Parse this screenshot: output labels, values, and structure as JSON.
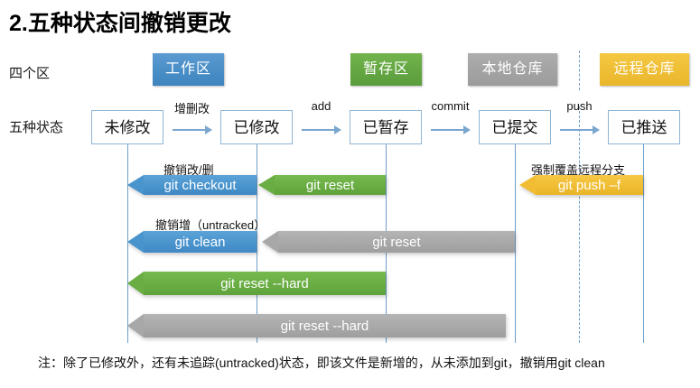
{
  "slide": {
    "title": "2.五种状态间撤销更改",
    "footnote": "注：除了已修改外，还有未追踪(untracked)状态，即该文件是新增的，从未添加到git，撤销用git clean"
  },
  "row_labels": {
    "zones": "四个区",
    "states": "五种状态"
  },
  "zones": [
    {
      "label": "工作区",
      "color": "#4a8fc7"
    },
    {
      "label": "暂存区",
      "color": "#65a843"
    },
    {
      "label": "本地仓库",
      "color": "#a4a4a4"
    },
    {
      "label": "远程仓库",
      "color": "#efbf36"
    }
  ],
  "states": [
    {
      "label": "未修改"
    },
    {
      "label": "已修改"
    },
    {
      "label": "已暂存"
    },
    {
      "label": "已提交"
    },
    {
      "label": "已推送"
    }
  ],
  "transitions": [
    {
      "label": "增删改"
    },
    {
      "label": "add"
    },
    {
      "label": "commit"
    },
    {
      "label": "push"
    }
  ],
  "undo_arrows": [
    {
      "command": "git checkout",
      "caption": "撤销改/删",
      "color": "#4a94cd"
    },
    {
      "command": "git reset",
      "caption": "",
      "color": "#69ad43"
    },
    {
      "command": "git push –f",
      "caption": "强制覆盖远程分支",
      "color": "#f0bd33"
    },
    {
      "command": "git clean",
      "caption": "撤销增（untracked）",
      "color": "#4a94cd"
    },
    {
      "command": "git reset",
      "caption": "",
      "color": "#a8a8a8"
    },
    {
      "command": "git reset --hard",
      "caption": "",
      "color": "#69ad43"
    },
    {
      "command": "git reset --hard",
      "caption": "",
      "color": "#a8a8a8"
    }
  ]
}
